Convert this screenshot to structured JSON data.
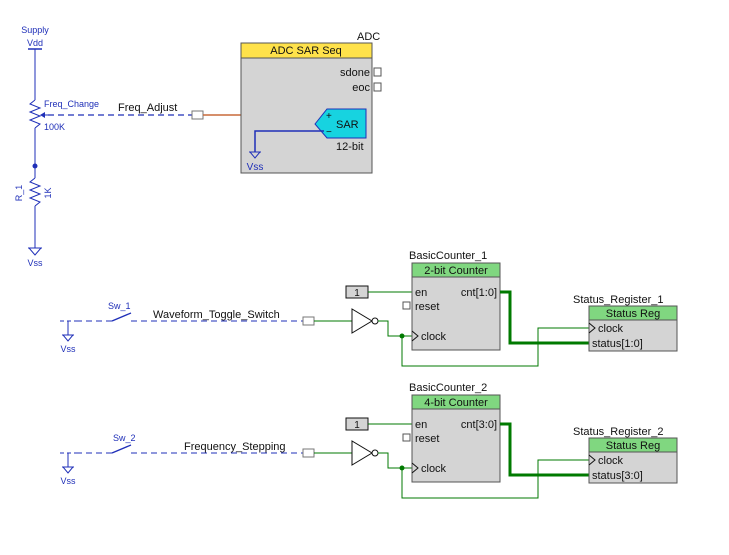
{
  "supply": {
    "label": "Supply",
    "vdd": "Vdd",
    "pot_name": "Freq_Change",
    "pot_value": "100K",
    "resistor_name": "R_1",
    "resistor_value": "1K",
    "vss": "Vss"
  },
  "adc": {
    "instance": "ADC",
    "header": "ADC SAR Seq",
    "pin_sdone": "sdone",
    "pin_eoc": "eoc",
    "sar_label": "SAR",
    "plus": "+",
    "minus": "−",
    "resolution": "12-bit",
    "vss": "Vss",
    "pin_tag": "##"
  },
  "freq_adjust": {
    "label": "Freq_Adjust"
  },
  "counter1": {
    "instance": "BasicCounter_1",
    "header": "2-bit Counter",
    "pin_en": "en",
    "pin_reset": "reset",
    "pin_clock": "clock",
    "pin_cnt": "cnt[1:0]",
    "const": "1"
  },
  "counter2": {
    "instance": "BasicCounter_2",
    "header": "4-bit Counter",
    "pin_en": "en",
    "pin_reset": "reset",
    "pin_clock": "clock",
    "pin_cnt": "cnt[3:0]",
    "const": "1"
  },
  "status1": {
    "instance": "Status_Register_1",
    "header": "Status Reg",
    "pin_clock": "clock",
    "pin_status": "status[1:0]"
  },
  "status2": {
    "instance": "Status_Register_2",
    "header": "Status Reg",
    "pin_clock": "clock",
    "pin_status": "status[3:0]"
  },
  "switch1": {
    "name": "Sw_1",
    "net": "Waveform_Toggle_Switch",
    "vss": "Vss"
  },
  "switch2": {
    "name": "Sw_2",
    "net": "Frequency_Stepping",
    "vss": "Vss"
  },
  "colors": {
    "analog_wire": "#1f2fb8",
    "digital_wire": "#007a00",
    "block_header": "#80d780",
    "adc_header": "#ffe24a",
    "block_body": "#d4d4d4",
    "sar_fill": "#17d3e0"
  }
}
